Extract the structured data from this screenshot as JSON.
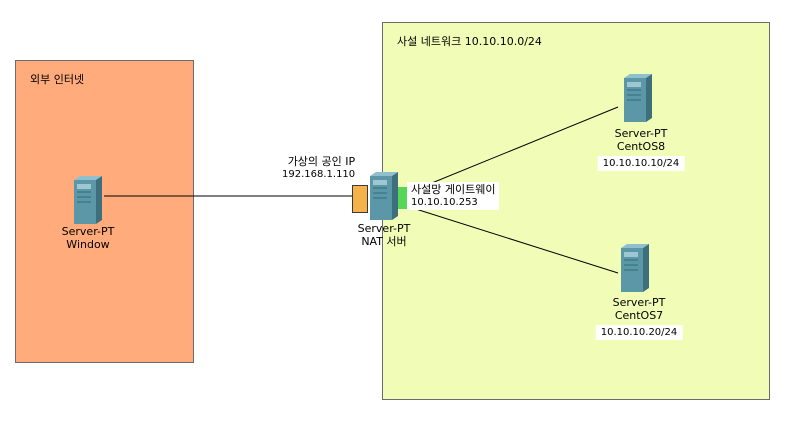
{
  "zones": {
    "external": {
      "label": "외부 인터넷",
      "fill": "#ffab7c"
    },
    "private": {
      "label": "사설 네트워크 10.10.10.0/24",
      "fill": "#f1fdb7"
    }
  },
  "devices": {
    "window": {
      "type": "Server-PT",
      "name": "Window"
    },
    "nat": {
      "type": "Server-PT",
      "name": "NAT 서버"
    },
    "centos8": {
      "type": "Server-PT",
      "name": "CentOS8",
      "ip": "10.10.10.10/24"
    },
    "centos7": {
      "type": "Server-PT",
      "name": "CentOS7",
      "ip": "10.10.10.20/24"
    }
  },
  "labels": {
    "public_ip_title": "가상의 공인 IP",
    "public_ip": "192.168.1.110",
    "gateway_title": "사설망 게이트웨이",
    "gateway_ip": "10.10.10.253"
  },
  "colors": {
    "server_body": "#5b97a6",
    "server_dark": "#3e6f7d",
    "port_public": "#f6b24a",
    "port_private": "#57d65a",
    "link": "#000000"
  }
}
